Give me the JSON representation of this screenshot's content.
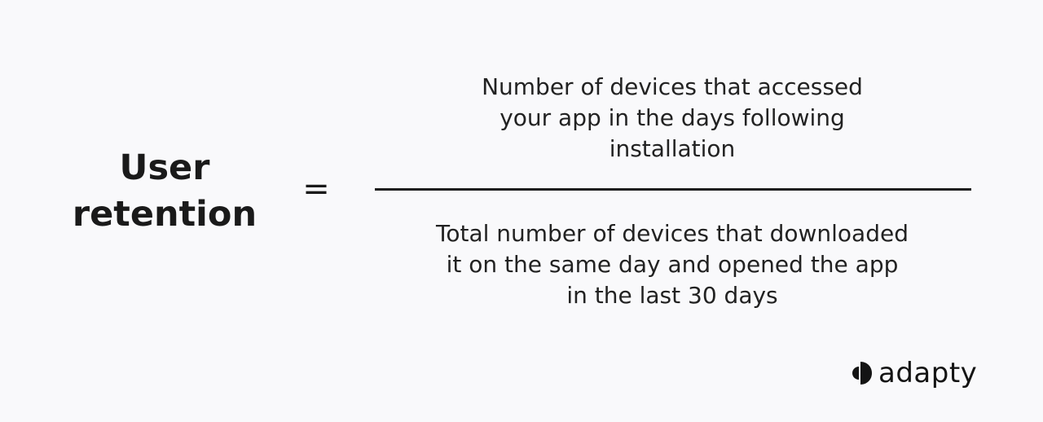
{
  "formula": {
    "lhs_lines": [
      "User",
      "retention"
    ],
    "operator": "=",
    "numerator_lines": [
      "Number of devices that accessed",
      "your app in the days following",
      "installation"
    ],
    "denominator_lines": [
      "Total number of devices that downloaded",
      "it on the same day and opened the app",
      "in the last 30 days"
    ]
  },
  "brand": {
    "name": "adapty",
    "icon": "adapty-logo-icon"
  },
  "colors": {
    "background": "#f9f9fb",
    "text": "#1e1e1e"
  }
}
